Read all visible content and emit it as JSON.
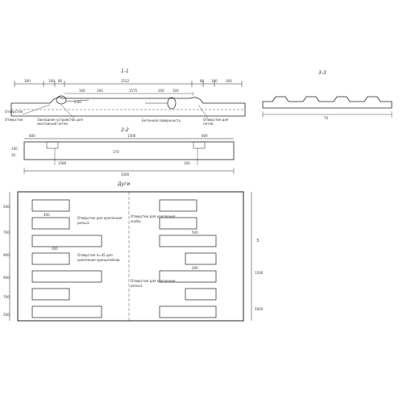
{
  "drawing": {
    "ink_color": "#222222",
    "paper_color": "#ffffff",
    "section_1": {
      "mark": "1-1",
      "callouts": {
        "left_lead": "Отверстие",
        "left_lead_2": "Отверстие",
        "under_left": "Закладное устройство для",
        "under_left_2": "монтажной петли",
        "under_mid": "Бетонная поверхность",
        "under_right": "Отверстие для",
        "under_right_2": "петли"
      },
      "dims_top": [
        "300",
        "100",
        "80",
        "2512",
        "80",
        "100",
        "300"
      ],
      "dims_inner": [
        "100",
        "100",
        "1575",
        "100",
        "100"
      ],
      "small_marks": [
        "0,60",
        "2"
      ]
    },
    "section_2": {
      "mark": "2-2",
      "dims_top": [
        "600",
        "1500",
        "600"
      ],
      "dims_bottom": [
        "3300"
      ],
      "side": [
        "100",
        "20"
      ],
      "inner": [
        "1580",
        "100"
      ],
      "center": [
        "170"
      ]
    },
    "section_3": {
      "mark": "3-3",
      "dims_bottom": [
        "70"
      ]
    },
    "caption": "Дуги",
    "plan": {
      "callout_tl": "Отверстие для крепления",
      "callout_tl_2": "рельса",
      "callout_ml": "Отверстие d=45 для",
      "callout_ml_2": "крепления кронштейнов",
      "callout_tr": "Отверстие для крепления",
      "callout_tr_2": "скобы",
      "callout_mr": "Отверстие для крепления",
      "callout_mr_2": "рельса",
      "left_dims": [
        "200",
        "700",
        "900",
        "900",
        "700",
        "200"
      ],
      "right_dims": [
        "1500",
        "5920"
      ],
      "right_section_mark": "3",
      "small_labels": [
        "400",
        "300",
        "500",
        "200"
      ]
    }
  }
}
